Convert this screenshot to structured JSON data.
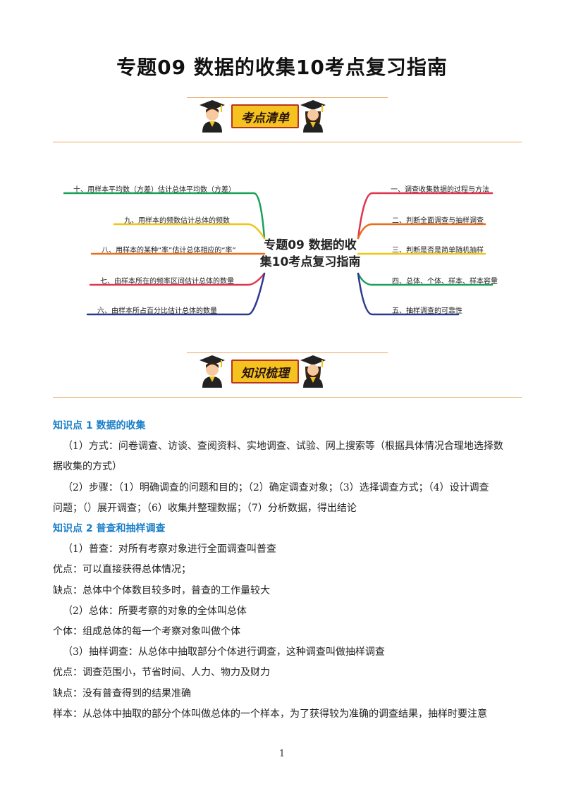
{
  "document": {
    "title": "专题09  数据的收集10考点复习指南",
    "page_number": "1"
  },
  "banners": {
    "checklist_label": "考点清单",
    "knowledge_label": "知识梳理"
  },
  "mindmap": {
    "center_lines": [
      "专题09 数据的收",
      "集10考点复习指南"
    ],
    "left_items": [
      "十、用样本平均数（方差）估计总体平均数（方差）",
      "九、用样本的频数估计总体的频数",
      "八、用样本的某种“率”估计总体相应的“率”",
      "七、由样本所在的频率区间估计总体的数量",
      "六、由样本所占百分比估计总体的数量"
    ],
    "right_items": [
      "一、调查收集数据的过程与方法",
      "二、判断全面调查与抽样调查",
      "三、判断是否是简单随机抽样",
      "四、总体、个体、样本、样本容量",
      "五、抽样调查的可靠性"
    ],
    "colors": {
      "left": [
        "#1aa05a",
        "#f0c419",
        "#e8701d",
        "#e0354e",
        "#2b3a8e"
      ],
      "right": [
        "#e0354e",
        "#e8701d",
        "#f0c419",
        "#1aa05a",
        "#2b3a8e"
      ]
    }
  },
  "content": {
    "kp1_title": "知识点 1  数据的收集",
    "kp1_p1": "（1）方式：问卷调查、访谈、查阅资料、实地调查、试验、网上搜索等（根据具体情况合理地选择数",
    "kp1_p1b": "据收集的方式）",
    "kp1_p2": "（2）步骤：（1）明确调查的问题和目的；（2）确定调查对象；（3）选择调查方式；（4）设计调查",
    "kp1_p2b": "问题；（）展开调查；（6）收集并整理数据；（7）分析数据，得出结论",
    "kp2_title": "知识点 2  普查和抽样调查",
    "kp2_lines": [
      "（1）普查：对所有考察对象进行全面调查叫普查",
      "优点：可以直接获得总体情况；",
      "缺点：总体中个体数目较多时，普查的工作量较大",
      "（2）总体：所要考察的对象的全体叫总体",
      "个体：组成总体的每一个考察对象叫做个体",
      "（3）抽样调查：从总体中抽取部分个体进行调查，这种调查叫做抽样调查",
      "优点：调查范围小，节省时间、人力、物力及财力",
      "缺点：没有普查得到的结果准确",
      "样本：从总体中抽取的部分个体叫做总体的一个样本，为了获得较为准确的调查结果，抽样时要注意"
    ]
  }
}
